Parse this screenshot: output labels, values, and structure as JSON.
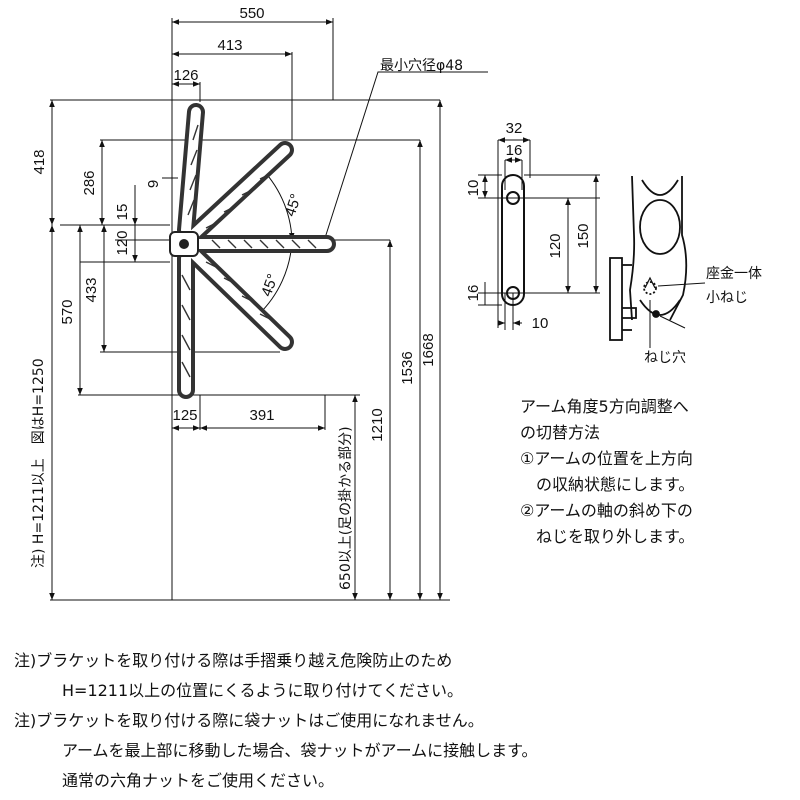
{
  "main_view": {
    "dims": {
      "d550": "550",
      "d413": "413",
      "d126": "126",
      "d418": "418",
      "d286": "286",
      "d15": "15",
      "d9": "9",
      "d120": "120",
      "d433": "433",
      "d570": "570",
      "d125": "125",
      "d391": "391",
      "d1210": "1210",
      "d1536": "1536",
      "d1668": "1668"
    },
    "min_hole_label": "最小穴径φ48",
    "angle_upper": "45°",
    "angle_lower": "45°",
    "vertical_note_h": "注) H=1211以上　図はH=1250",
    "vertical_note_floor": "650以上(足の掛かる部分)"
  },
  "side_view": {
    "dims": {
      "d32": "32",
      "d16_top": "16",
      "d10_top": "10",
      "d120": "120",
      "d150": "150",
      "d16_bottom": "16",
      "d10_bottom": "10"
    }
  },
  "detail_view": {
    "screw_label_line1": "座金一体",
    "screw_label_line2": "小ねじ",
    "hole_label": "ねじ穴"
  },
  "instructions": {
    "title_line1": "アーム角度5方向調整へ",
    "title_line2": "の切替方法",
    "step1_line1": "①アームの位置を上方向",
    "step1_line2": "　の収納状態にします。",
    "step2_line1": "②アームの軸の斜め下の",
    "step2_line2": "　ねじを取り外します。"
  },
  "notes": {
    "note1_line1": "注)ブラケットを取り付ける際は手摺乗り越え危険防止のため",
    "note1_line2": "H=1211以上の位置にくるように取り付けてください。",
    "note2_line1": "注)ブラケットを取り付ける際に袋ナットはご使用になれません。",
    "note2_line2": "アームを最上部に移動した場合、袋ナットがアームに接触します。",
    "note2_line3": "通常の六角ナットをご使用ください。"
  }
}
